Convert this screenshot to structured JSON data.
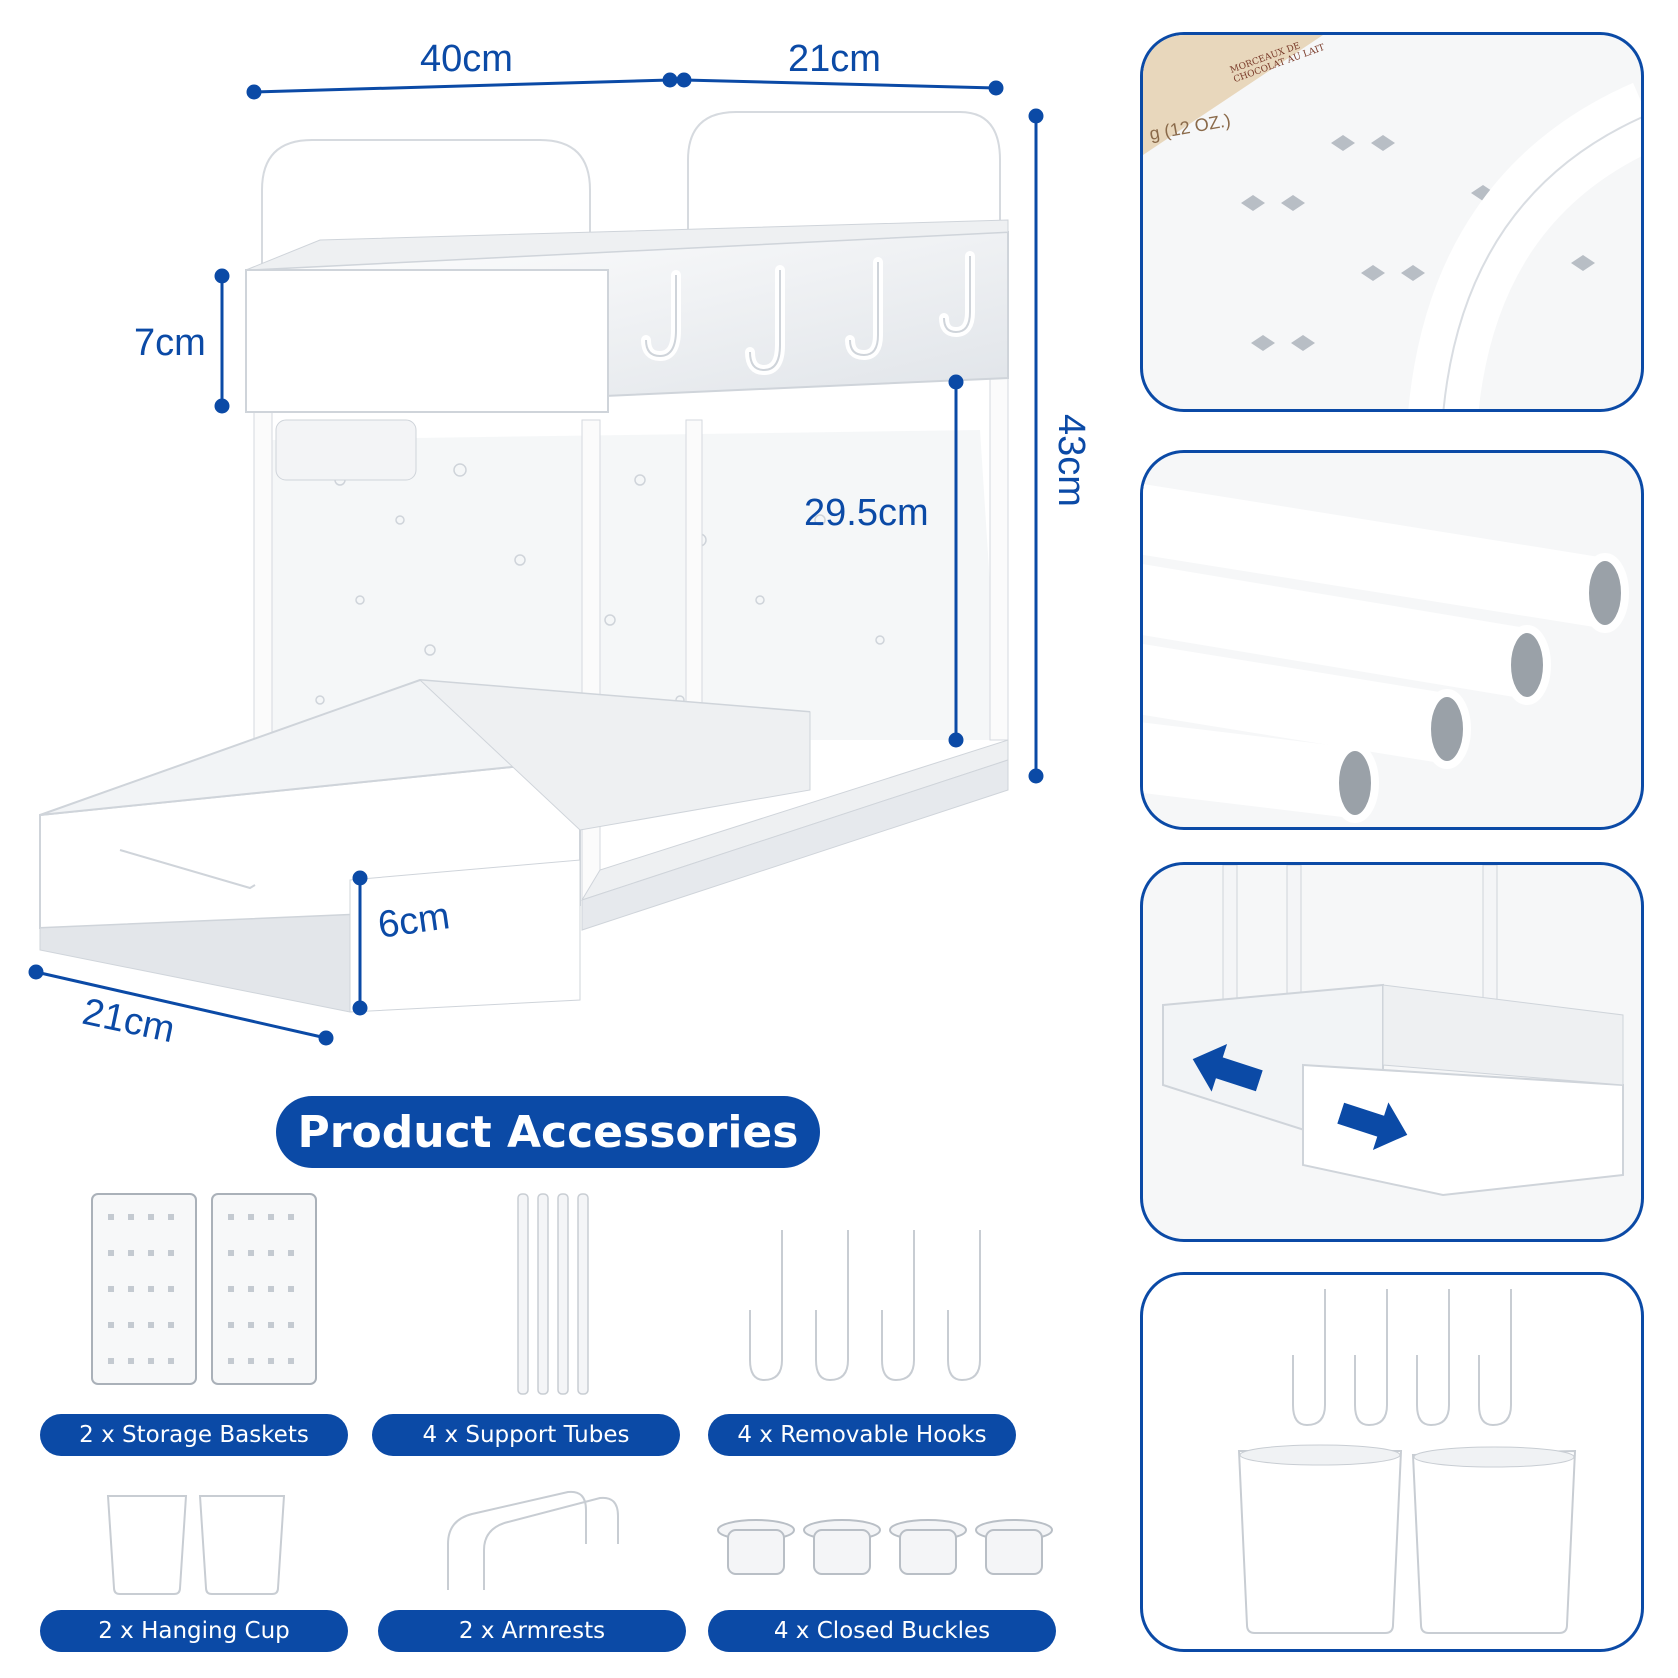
{
  "dimensions": {
    "width_top": "40cm",
    "depth_top": "21cm",
    "height_total": "43cm",
    "basket_height_top": "7cm",
    "inner_height": "29.5cm",
    "basket_height_bottom": "6cm",
    "depth_bottom": "21cm"
  },
  "accessories": {
    "heading": "Product Accessories",
    "items": [
      {
        "label": "2 x Storage Baskets"
      },
      {
        "label": "4 x Support Tubes"
      },
      {
        "label": "4 x Removable Hooks"
      },
      {
        "label": "2 x Hanging Cup"
      },
      {
        "label": "2 x Armrests"
      },
      {
        "label": "4 x Closed Buckles"
      }
    ]
  },
  "detail_panels": {
    "box_text_1": "MORCEAUX DE CHOCOLAT AU LAIT",
    "box_text_2": "g (12 OZ.)"
  },
  "colors": {
    "accent": "#0b4aa6",
    "product_white": "#ffffff",
    "product_shade": "#e3e6ea"
  }
}
